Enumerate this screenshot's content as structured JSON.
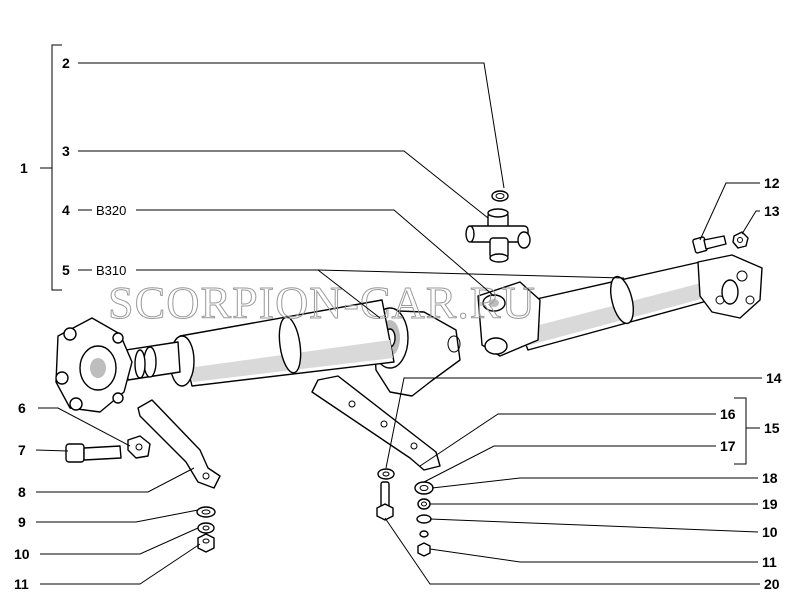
{
  "labels": {
    "l1": "1",
    "l2": "2",
    "l3": "3",
    "l4": "4",
    "l5": "5",
    "l6": "6",
    "l7": "7",
    "l8": "8",
    "l9": "9",
    "l10a": "10",
    "l11a": "11",
    "l12": "12",
    "l13": "13",
    "l14": "14",
    "l15": "15",
    "l16": "16",
    "l17": "17",
    "l18": "18",
    "l19": "19",
    "l10b": "10",
    "l11b": "11",
    "l20": "20"
  },
  "codes": {
    "c4": "B320",
    "c5": "B310"
  },
  "watermark": "SCORPION-CAR.RU"
}
